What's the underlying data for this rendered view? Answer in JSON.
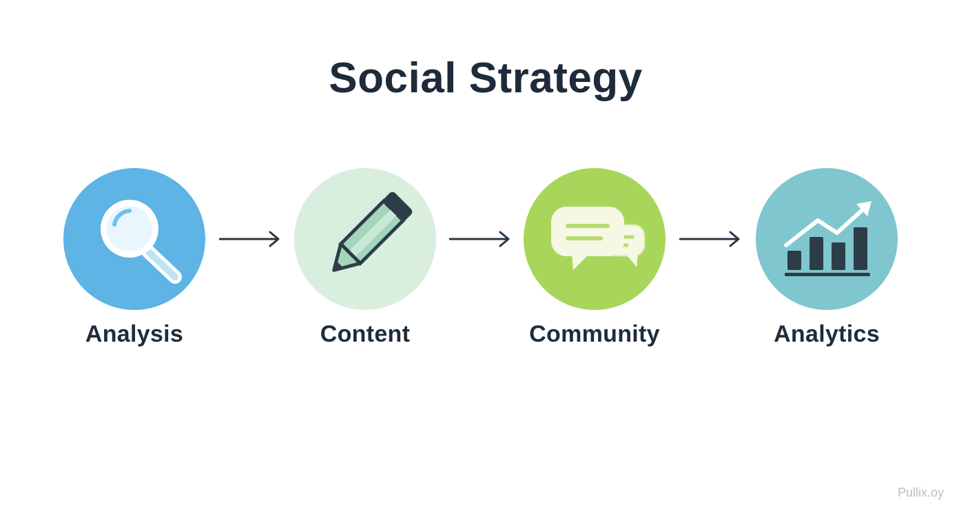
{
  "title": "Social Strategy",
  "steps": [
    {
      "label": "Analysis",
      "icon": "magnifier-icon",
      "color": "#5db4e5"
    },
    {
      "label": "Content",
      "icon": "pencil-icon",
      "color": "#d9eedf"
    },
    {
      "label": "Community",
      "icon": "chat-bubbles-icon",
      "color": "#a8d65a"
    },
    {
      "label": "Analytics",
      "icon": "bar-chart-icon",
      "color": "#7fc6cf"
    }
  ],
  "watermark": "Pullix.oy",
  "colors": {
    "text": "#1e2b3a",
    "arrow": "#2c3744"
  }
}
